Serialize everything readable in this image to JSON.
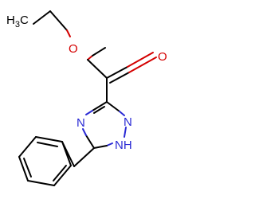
{
  "molecule": {
    "atoms": {
      "methyl": {
        "main": "H",
        "sub": "3",
        "tail": "C",
        "color": "#000000"
      },
      "ester_oxygen": {
        "text": "O",
        "color": "#d40000"
      },
      "carbonyl_oxygen": {
        "text": "O",
        "color": "#d40000"
      },
      "ring_n_4": {
        "text": "N",
        "color": "#2a2ad4"
      },
      "ring_n_2": {
        "text": "N",
        "color": "#2a2ad4"
      },
      "ring_nh_1": {
        "text": "NH",
        "color": "#2a2ad4"
      }
    }
  }
}
